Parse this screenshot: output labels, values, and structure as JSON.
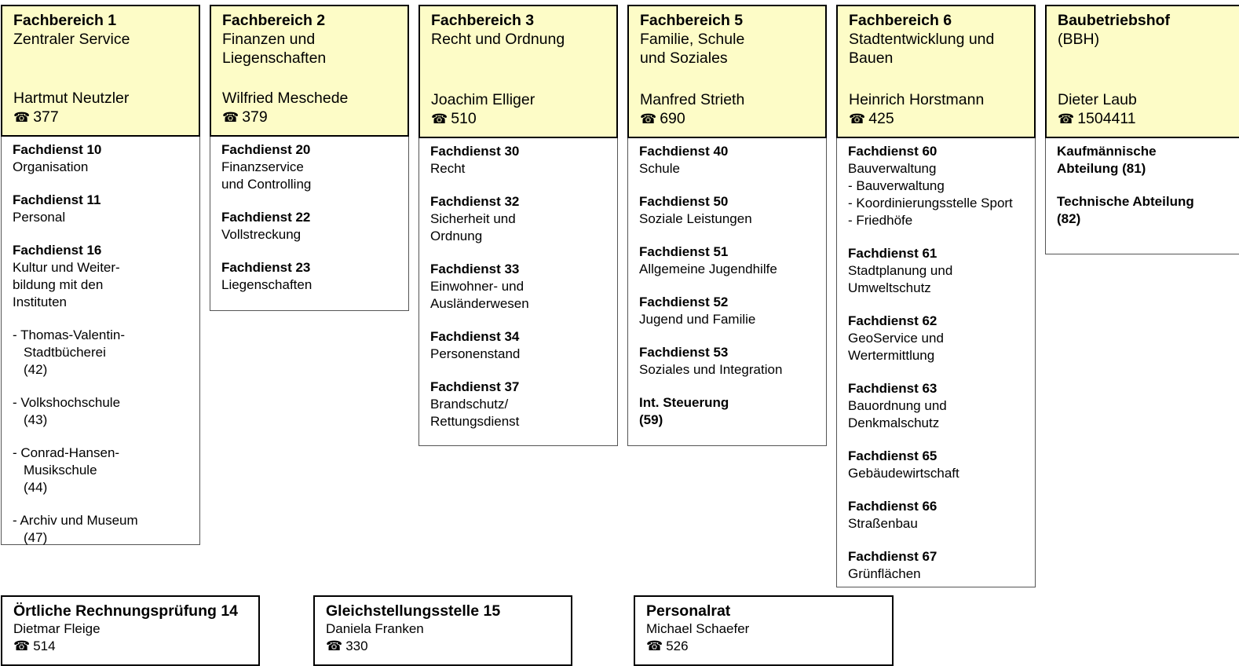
{
  "columns": [
    {
      "head_title": "Fachbereich 1",
      "head_sub": "Zentraler Service",
      "lead_name": "Hartmut Neutzler",
      "lead_phone": "377",
      "units": [
        {
          "title": "Fachdienst 10",
          "desc": "Organisation"
        },
        {
          "title": "Fachdienst 11",
          "desc": "Personal"
        },
        {
          "title": "Fachdienst 16",
          "desc": "Kultur und Weiter-\nbildung mit den\nInstituten"
        }
      ],
      "subunits": [
        "- Thomas-Valentin-\nStadtbücherei\n(42)",
        "- Volkshochschule\n(43)",
        "- Conrad-Hansen-\nMusikschule\n(44)",
        "- Archiv und Museum\n(47)"
      ]
    },
    {
      "head_title": "Fachbereich 2",
      "head_sub": "Finanzen und\nLiegenschaften",
      "lead_name": "Wilfried Meschede",
      "lead_phone": "379",
      "units": [
        {
          "title": "Fachdienst 20",
          "desc": "Finanzservice\nund Controlling"
        },
        {
          "title": "Fachdienst 22",
          "desc": "Vollstreckung"
        },
        {
          "title": "Fachdienst 23",
          "desc": "Liegenschaften"
        }
      ]
    },
    {
      "head_title": "Fachbereich 3",
      "head_sub": "Recht und Ordnung",
      "lead_name": "Joachim Elliger",
      "lead_phone": "510",
      "units": [
        {
          "title": "Fachdienst 30",
          "desc": "Recht"
        },
        {
          "title": "Fachdienst 32",
          "desc": "Sicherheit und\nOrdnung"
        },
        {
          "title": "Fachdienst 33",
          "desc": "Einwohner- und\nAusländerwesen"
        },
        {
          "title": "Fachdienst 34",
          "desc": "Personenstand"
        },
        {
          "title": "Fachdienst 37",
          "desc": "Brandschutz/\nRettungsdienst"
        }
      ]
    },
    {
      "head_title": "Fachbereich 5",
      "head_sub": "Familie, Schule\nund Soziales",
      "lead_name": "Manfred Strieth",
      "lead_phone": "690",
      "units": [
        {
          "title": "Fachdienst 40",
          "desc": "Schule"
        },
        {
          "title": "Fachdienst 50",
          "desc": "Soziale Leistungen"
        },
        {
          "title": "Fachdienst 51",
          "desc": "Allgemeine Jugendhilfe"
        },
        {
          "title": "Fachdienst 52",
          "desc": "Jugend und Familie"
        },
        {
          "title": "Fachdienst 53",
          "desc": "Soziales und Integration"
        },
        {
          "title": "Int. Steuerung\n(59)",
          "desc": ""
        }
      ]
    },
    {
      "head_title": "Fachbereich 6",
      "head_sub": "Stadtentwicklung und\nBauen",
      "lead_name": "Heinrich Horstmann",
      "lead_phone": "425",
      "units": [
        {
          "title": "Fachdienst 60",
          "desc": "Bauverwaltung\n- Bauverwaltung\n- Koordinierungsstelle Sport\n- Friedhöfe"
        },
        {
          "title": "Fachdienst 61",
          "desc": "Stadtplanung und\nUmweltschutz"
        },
        {
          "title": "Fachdienst 62",
          "desc": "GeoService und\nWertermittlung"
        },
        {
          "title": "Fachdienst 63",
          "desc": "Bauordnung und\nDenkmalschutz"
        },
        {
          "title": "Fachdienst 65",
          "desc": "Gebäudewirtschaft"
        },
        {
          "title": "Fachdienst 66",
          "desc": "Straßenbau"
        },
        {
          "title": "Fachdienst 67",
          "desc": "Grünflächen"
        }
      ]
    },
    {
      "head_title": "Baubetriebshof",
      "head_sub": "(BBH)",
      "lead_name": "Dieter Laub",
      "lead_phone": "1504411",
      "units": [
        {
          "title": "Kaufmännische\nAbteilung (81)",
          "desc": ""
        },
        {
          "title": "Technische Abteilung\n(82)",
          "desc": ""
        }
      ]
    }
  ],
  "bottom_boxes": [
    {
      "title": "Örtliche Rechnungsprüfung 14",
      "name": "Dietmar Fleige",
      "phone": "514"
    },
    {
      "title": "Gleichstellungsstelle 15",
      "name": "Daniela Franken",
      "phone": "330"
    },
    {
      "title": "Personalrat",
      "name": "Michael Schaefer",
      "phone": "526"
    }
  ],
  "icons": {
    "phone": "phone-icon"
  }
}
